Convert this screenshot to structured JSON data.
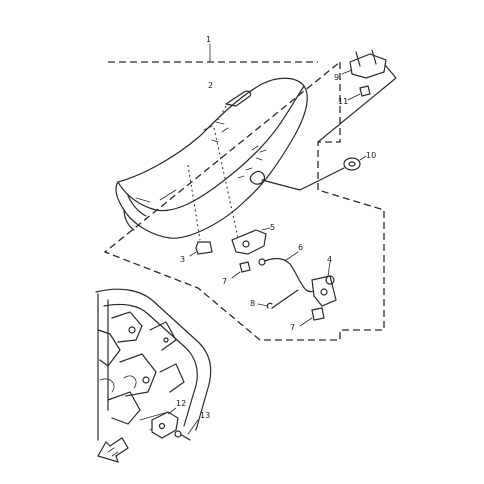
{
  "callouts": {
    "c1": "1",
    "c2": "2",
    "c3": "3",
    "c4": "4",
    "c5": "5",
    "c6": "6",
    "c7a": "7",
    "c7b": "7",
    "c8": "8",
    "c9": "9",
    "c10": "10",
    "c11": "11",
    "c12": "12",
    "c13": "13"
  },
  "colors": {
    "ink": "#2a2a2a",
    "paper": "#ffffff"
  },
  "icons": {
    "front_arrow": "front-direction-arrow-icon"
  }
}
